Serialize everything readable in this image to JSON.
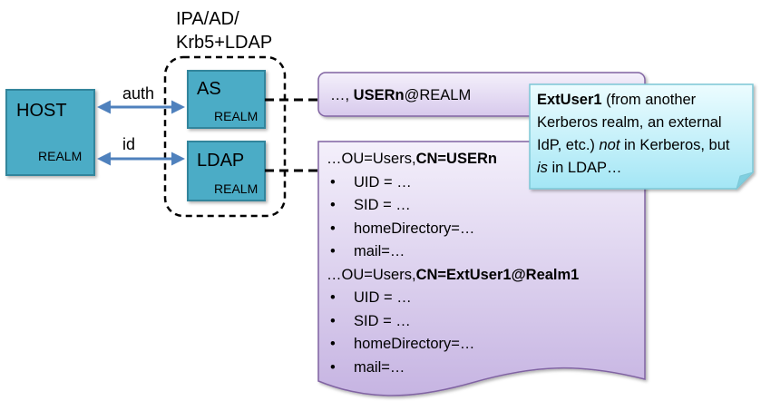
{
  "group_label_line1": "IPA/AD/",
  "group_label_line2": "Krb5+LDAP",
  "host": {
    "title": "HOST",
    "realm": "REALM"
  },
  "as_box": {
    "title": "AS",
    "realm": "REALM"
  },
  "ldap_box": {
    "title": "LDAP",
    "realm": "REALM"
  },
  "arrows": {
    "auth": "auth",
    "id": "id"
  },
  "principal": {
    "prefix": "…, ",
    "user": "USERn",
    "suffix": "@REALM"
  },
  "ldap_entries": [
    {
      "dn_prefix": "…OU=Users,",
      "dn_bold": "CN=USERn",
      "attrs": [
        "UID = …",
        "SID = …",
        "homeDirectory=…",
        "mail=…"
      ]
    },
    {
      "dn_prefix": "…OU=Users,",
      "dn_bold": "CN=ExtUser1@Realm1",
      "attrs": [
        "UID = …",
        "SID = …",
        "homeDirectory=…",
        "mail=…"
      ]
    }
  ],
  "callout": {
    "bold": "ExtUser1",
    "part1": " (from another Kerberos realm, an external IdP, etc.) ",
    "em1": "not",
    "part2": " in Kerberos, but ",
    "em2": "is",
    "part3": " in LDAP…"
  },
  "colors": {
    "box_fill": "#4bacc6",
    "box_stroke": "#31859c",
    "arrow": "#4f81bd",
    "purple_fill_top": "#f2eefa",
    "purple_fill_bottom": "#c9b8e4",
    "purple_stroke": "#8064a2",
    "callout_fill_top": "#e8fbfe",
    "callout_fill_bottom": "#a6e8f6",
    "callout_stroke": "#7cc7d6"
  }
}
